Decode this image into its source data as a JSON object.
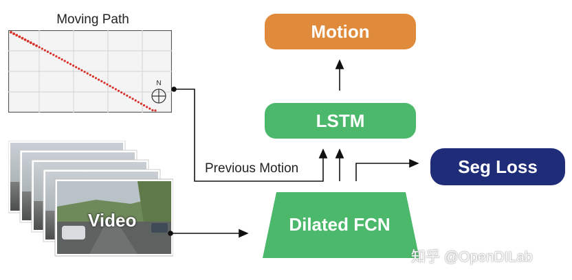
{
  "moving_path": {
    "label": "Moving Path",
    "compass_letter": "N"
  },
  "nodes": {
    "motion": "Motion",
    "lstm": "LSTM",
    "seg_loss": "Seg Loss",
    "dilated_fcn": "Dilated FCN",
    "video": "Video"
  },
  "edges": {
    "previous_motion": "Previous Motion"
  },
  "watermark": "知乎 @OpenDILab",
  "colors": {
    "motion": "#e08b3c",
    "lstm": "#4bb86b",
    "fcn": "#4bb86b",
    "seg_loss": "#1f2d78",
    "path_dots": "#d7322b"
  }
}
